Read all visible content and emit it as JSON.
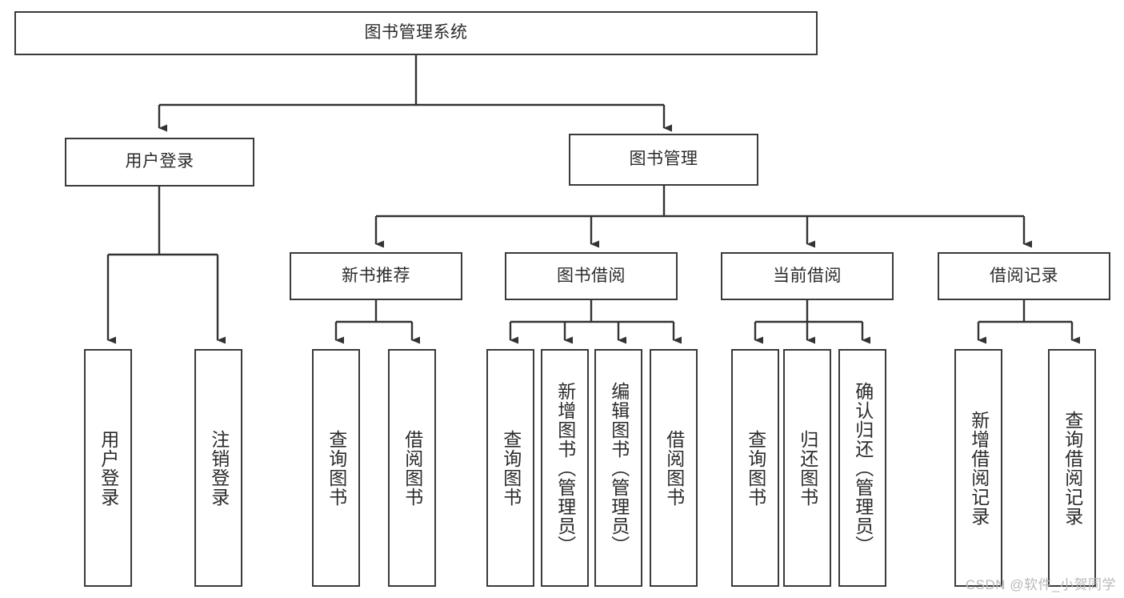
{
  "diagram": {
    "title": "图书管理系统",
    "type": "tree-hierarchy",
    "root": {
      "label": "图书管理系统"
    },
    "level2": [
      {
        "label": "用户登录"
      },
      {
        "label": "图书管理"
      }
    ],
    "level3": [
      {
        "label": "新书推荐"
      },
      {
        "label": "图书借阅"
      },
      {
        "label": "当前借阅"
      },
      {
        "label": "借阅记录"
      }
    ],
    "leaves": {
      "user_login": [
        {
          "label": "用户登录"
        },
        {
          "label": "注销登录"
        }
      ],
      "new_book_recommend": [
        {
          "label": "查询图书"
        },
        {
          "label": "借阅图书"
        }
      ],
      "book_borrow": [
        {
          "label": "查询图书"
        },
        {
          "label": "新增图书（管理员）"
        },
        {
          "label": "编辑图书（管理员）"
        },
        {
          "label": "借阅图书"
        }
      ],
      "current_borrow": [
        {
          "label": "查询图书"
        },
        {
          "label": "归还图书"
        },
        {
          "label": "确认归还（管理员）"
        }
      ],
      "borrow_record": [
        {
          "label": "新增借阅记录"
        },
        {
          "label": "查询借阅记录"
        }
      ]
    },
    "watermark": "CSDN @软件_小贺同学",
    "colors": {
      "box_border": "#3a3a3a",
      "box_fill": "#ffffff",
      "edge": "#333333",
      "text": "#2b2b2b",
      "watermark": "#b9b9b9",
      "background": "#ffffff"
    }
  }
}
